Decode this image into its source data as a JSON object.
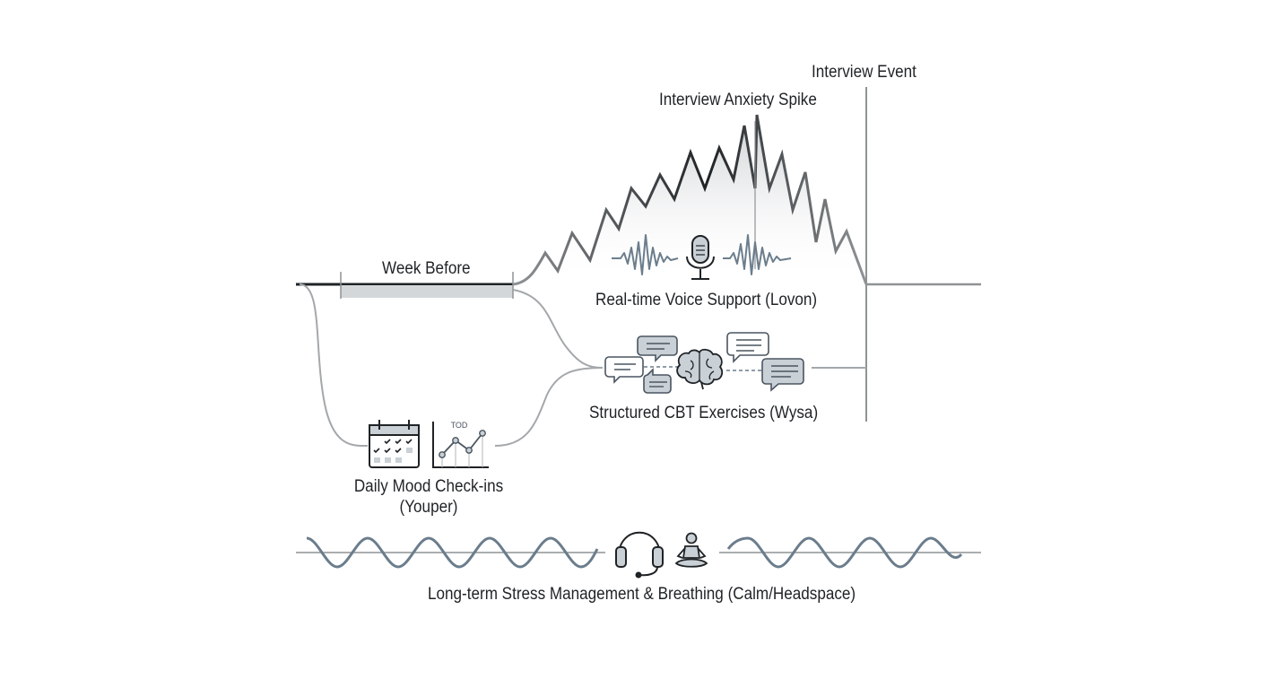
{
  "labels": {
    "interview_event": "Interview Event",
    "anxiety_spike": "Interview Anxiety Spike",
    "week_before": "Week Before",
    "voice_support": "Real-time Voice Support (Lovon)",
    "cbt_exercises": "Structured CBT Exercises (Wysa)",
    "mood_checkins_line1": "Daily Mood Check-ins",
    "mood_checkins_line2": "(Youper)",
    "stress_management": "Long-term Stress Management & Breathing (Calm/Headspace)",
    "chart_icon_text": "TOD"
  },
  "icons": [
    "microphone-icon",
    "waveform-icon",
    "chat-bubble-icon",
    "brain-icon",
    "calendar-icon",
    "line-chart-icon",
    "headphones-icon",
    "meditation-icon",
    "sine-wave-icon"
  ],
  "colors": {
    "line_dark": "#1f2326",
    "line_gray": "#8f9396",
    "wave_slate": "#6b7d8c",
    "icon_fill": "#c9d0d6",
    "bar_fill": "#d4d7da"
  }
}
